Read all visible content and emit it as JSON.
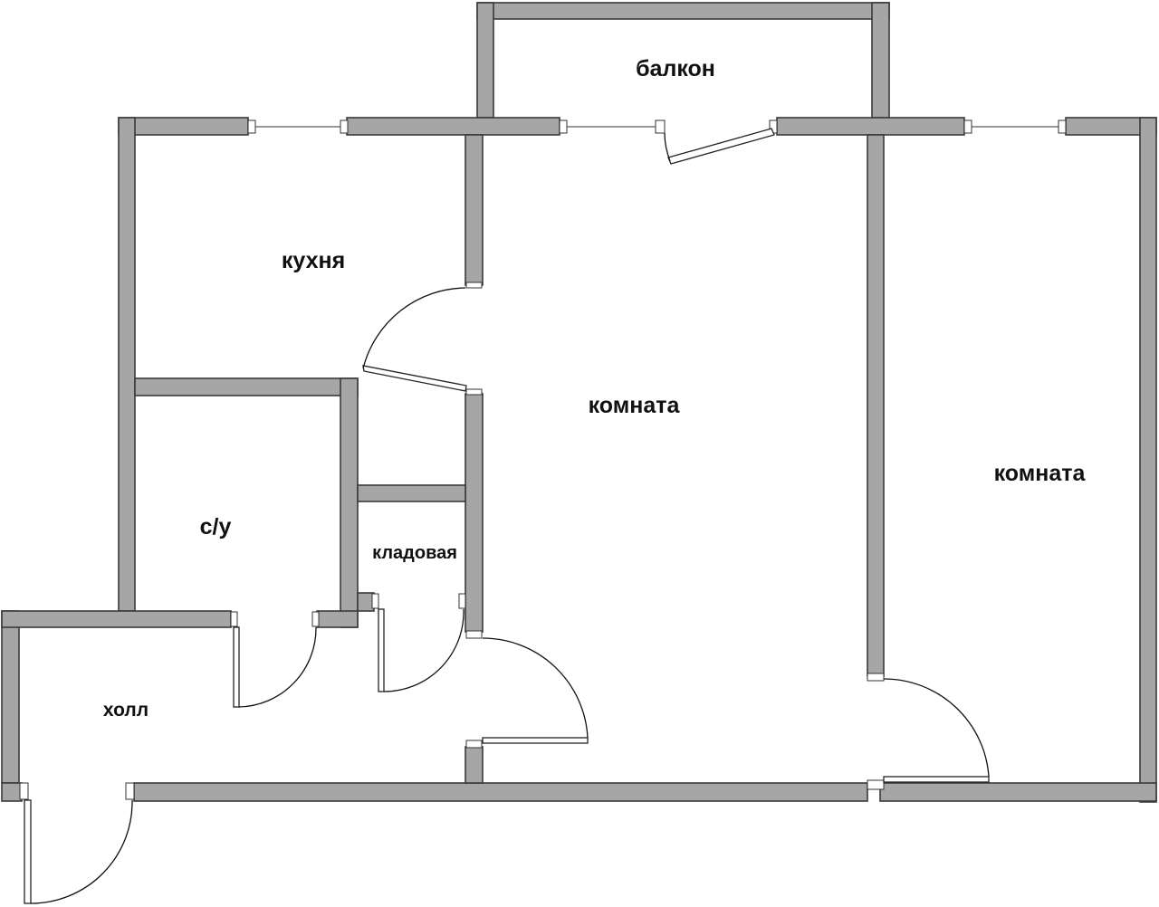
{
  "rooms": {
    "balcony": "балкон",
    "kitchen": "кухня",
    "room_main": "комната",
    "room_side": "комната",
    "bathroom": "с/у",
    "pantry": "кладовая",
    "hall": "холл"
  },
  "colors": {
    "wall_fill": "#a6a6a6",
    "wall_stroke": "#3a3a3a",
    "line": "#111111",
    "background": "#ffffff"
  }
}
